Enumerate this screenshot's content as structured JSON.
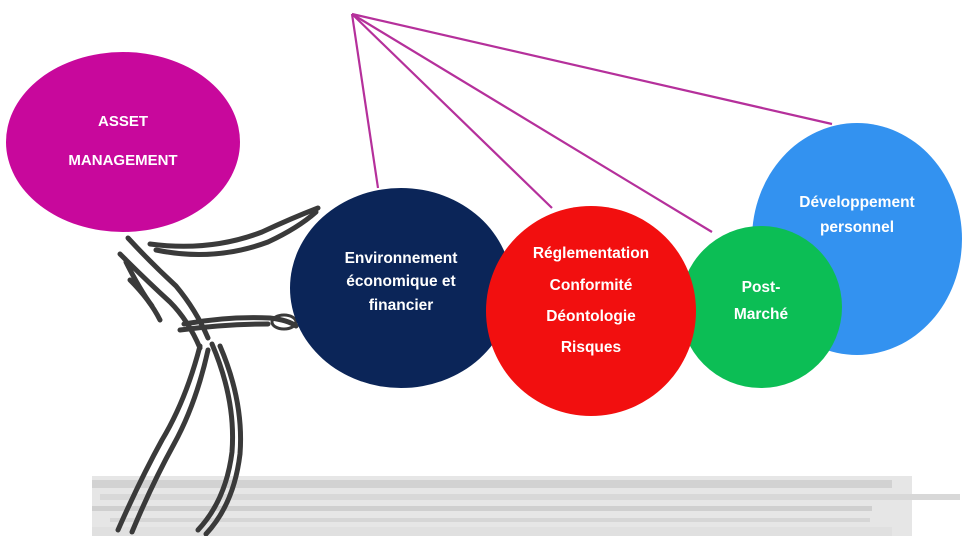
{
  "colors": {
    "connector": "#b5309b",
    "asset_fill": "#c8089c",
    "eco_fill": "#0b2558",
    "reg_fill": "#f20f0f",
    "post_fill": "#0cbe55",
    "dev_fill": "#3392f0",
    "figure_stroke": "#3a3a3a",
    "floor": "#dcdcdc"
  },
  "nodes": {
    "asset": {
      "lines": [
        "ASSET",
        "MANAGEMENT"
      ]
    },
    "economic": {
      "lines": [
        "Environnement",
        "économique et",
        "financier"
      ]
    },
    "regulation": {
      "lines": [
        "Réglementation",
        "Conformité",
        "Déontologie",
        "Risques"
      ]
    },
    "post_market": {
      "lines": [
        "Post-",
        "Marché"
      ]
    },
    "development": {
      "lines": [
        "Développement",
        "personnel"
      ]
    }
  }
}
